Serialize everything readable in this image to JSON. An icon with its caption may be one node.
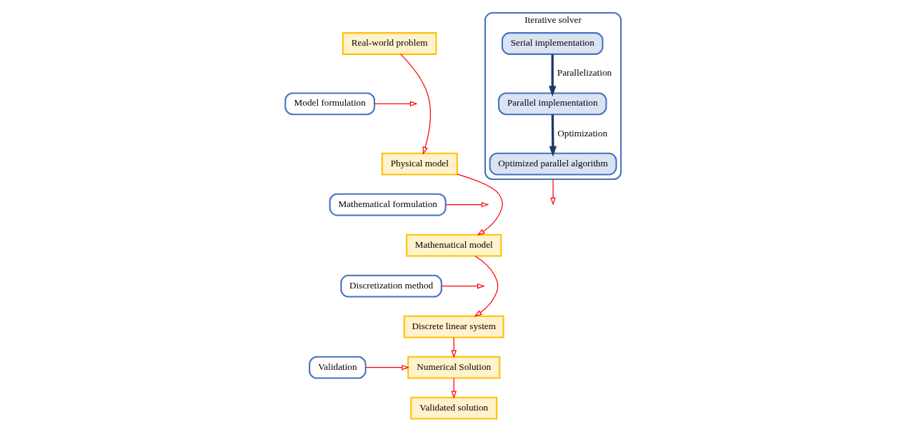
{
  "diagram": {
    "nodes": [
      {
        "text": [
          "Real-world problem"
        ]
      },
      {
        "text": [
          "Model formulation"
        ]
      },
      {
        "text": [
          "Physical model"
        ]
      },
      {
        "text": [
          "Mathematical formulation"
        ]
      },
      {
        "text": [
          "Mathematical model"
        ]
      },
      {
        "text": [
          "Discretization method"
        ]
      },
      {
        "text": [
          "Discrete linear system"
        ]
      },
      {
        "text": [
          "Iterative solver"
        ]
      },
      {
        "text": [
          "Serial implementation"
        ],
        "in": 7
      },
      {
        "text": [
          "Parallel implementation"
        ],
        "in": 7
      },
      {
        "text": [
          "Optimized parallel algorithm"
        ],
        "in": 7
      },
      {
        "text": [
          "Validated solution"
        ]
      },
      {
        "text": [
          "Validation"
        ]
      },
      {
        "text": [
          "Numerical Solution"
        ]
      }
    ],
    "edges": [
      {
        "from": 0,
        "to": 2,
        "arrow": "to"
      },
      {
        "from": 1,
        "to": null,
        "arrow": "to"
      },
      {
        "from": 2,
        "to": 4,
        "arrow": "to"
      },
      {
        "from": 3,
        "to": null,
        "arrow": "to"
      },
      {
        "from": 4,
        "to": 6,
        "arrow": "to"
      },
      {
        "from": 5,
        "to": null,
        "arrow": "to"
      },
      {
        "from": 6,
        "to": 13,
        "arrow": "to"
      },
      {
        "from": 7,
        "to": null,
        "arrow": "to"
      },
      {
        "from": 8,
        "to": 9,
        "arrow": "to",
        "label": "Parallelization",
        "style": "thick",
        "color": "#1f3864"
      },
      {
        "from": 9,
        "to": 10,
        "arrow": "to",
        "label": "Optimization",
        "style": "thick",
        "color": "#1f3864"
      },
      {
        "from": 13,
        "to": 11,
        "arrow": "to"
      },
      {
        "from": 12,
        "to": 13,
        "arrow": "to"
      }
    ]
  }
}
